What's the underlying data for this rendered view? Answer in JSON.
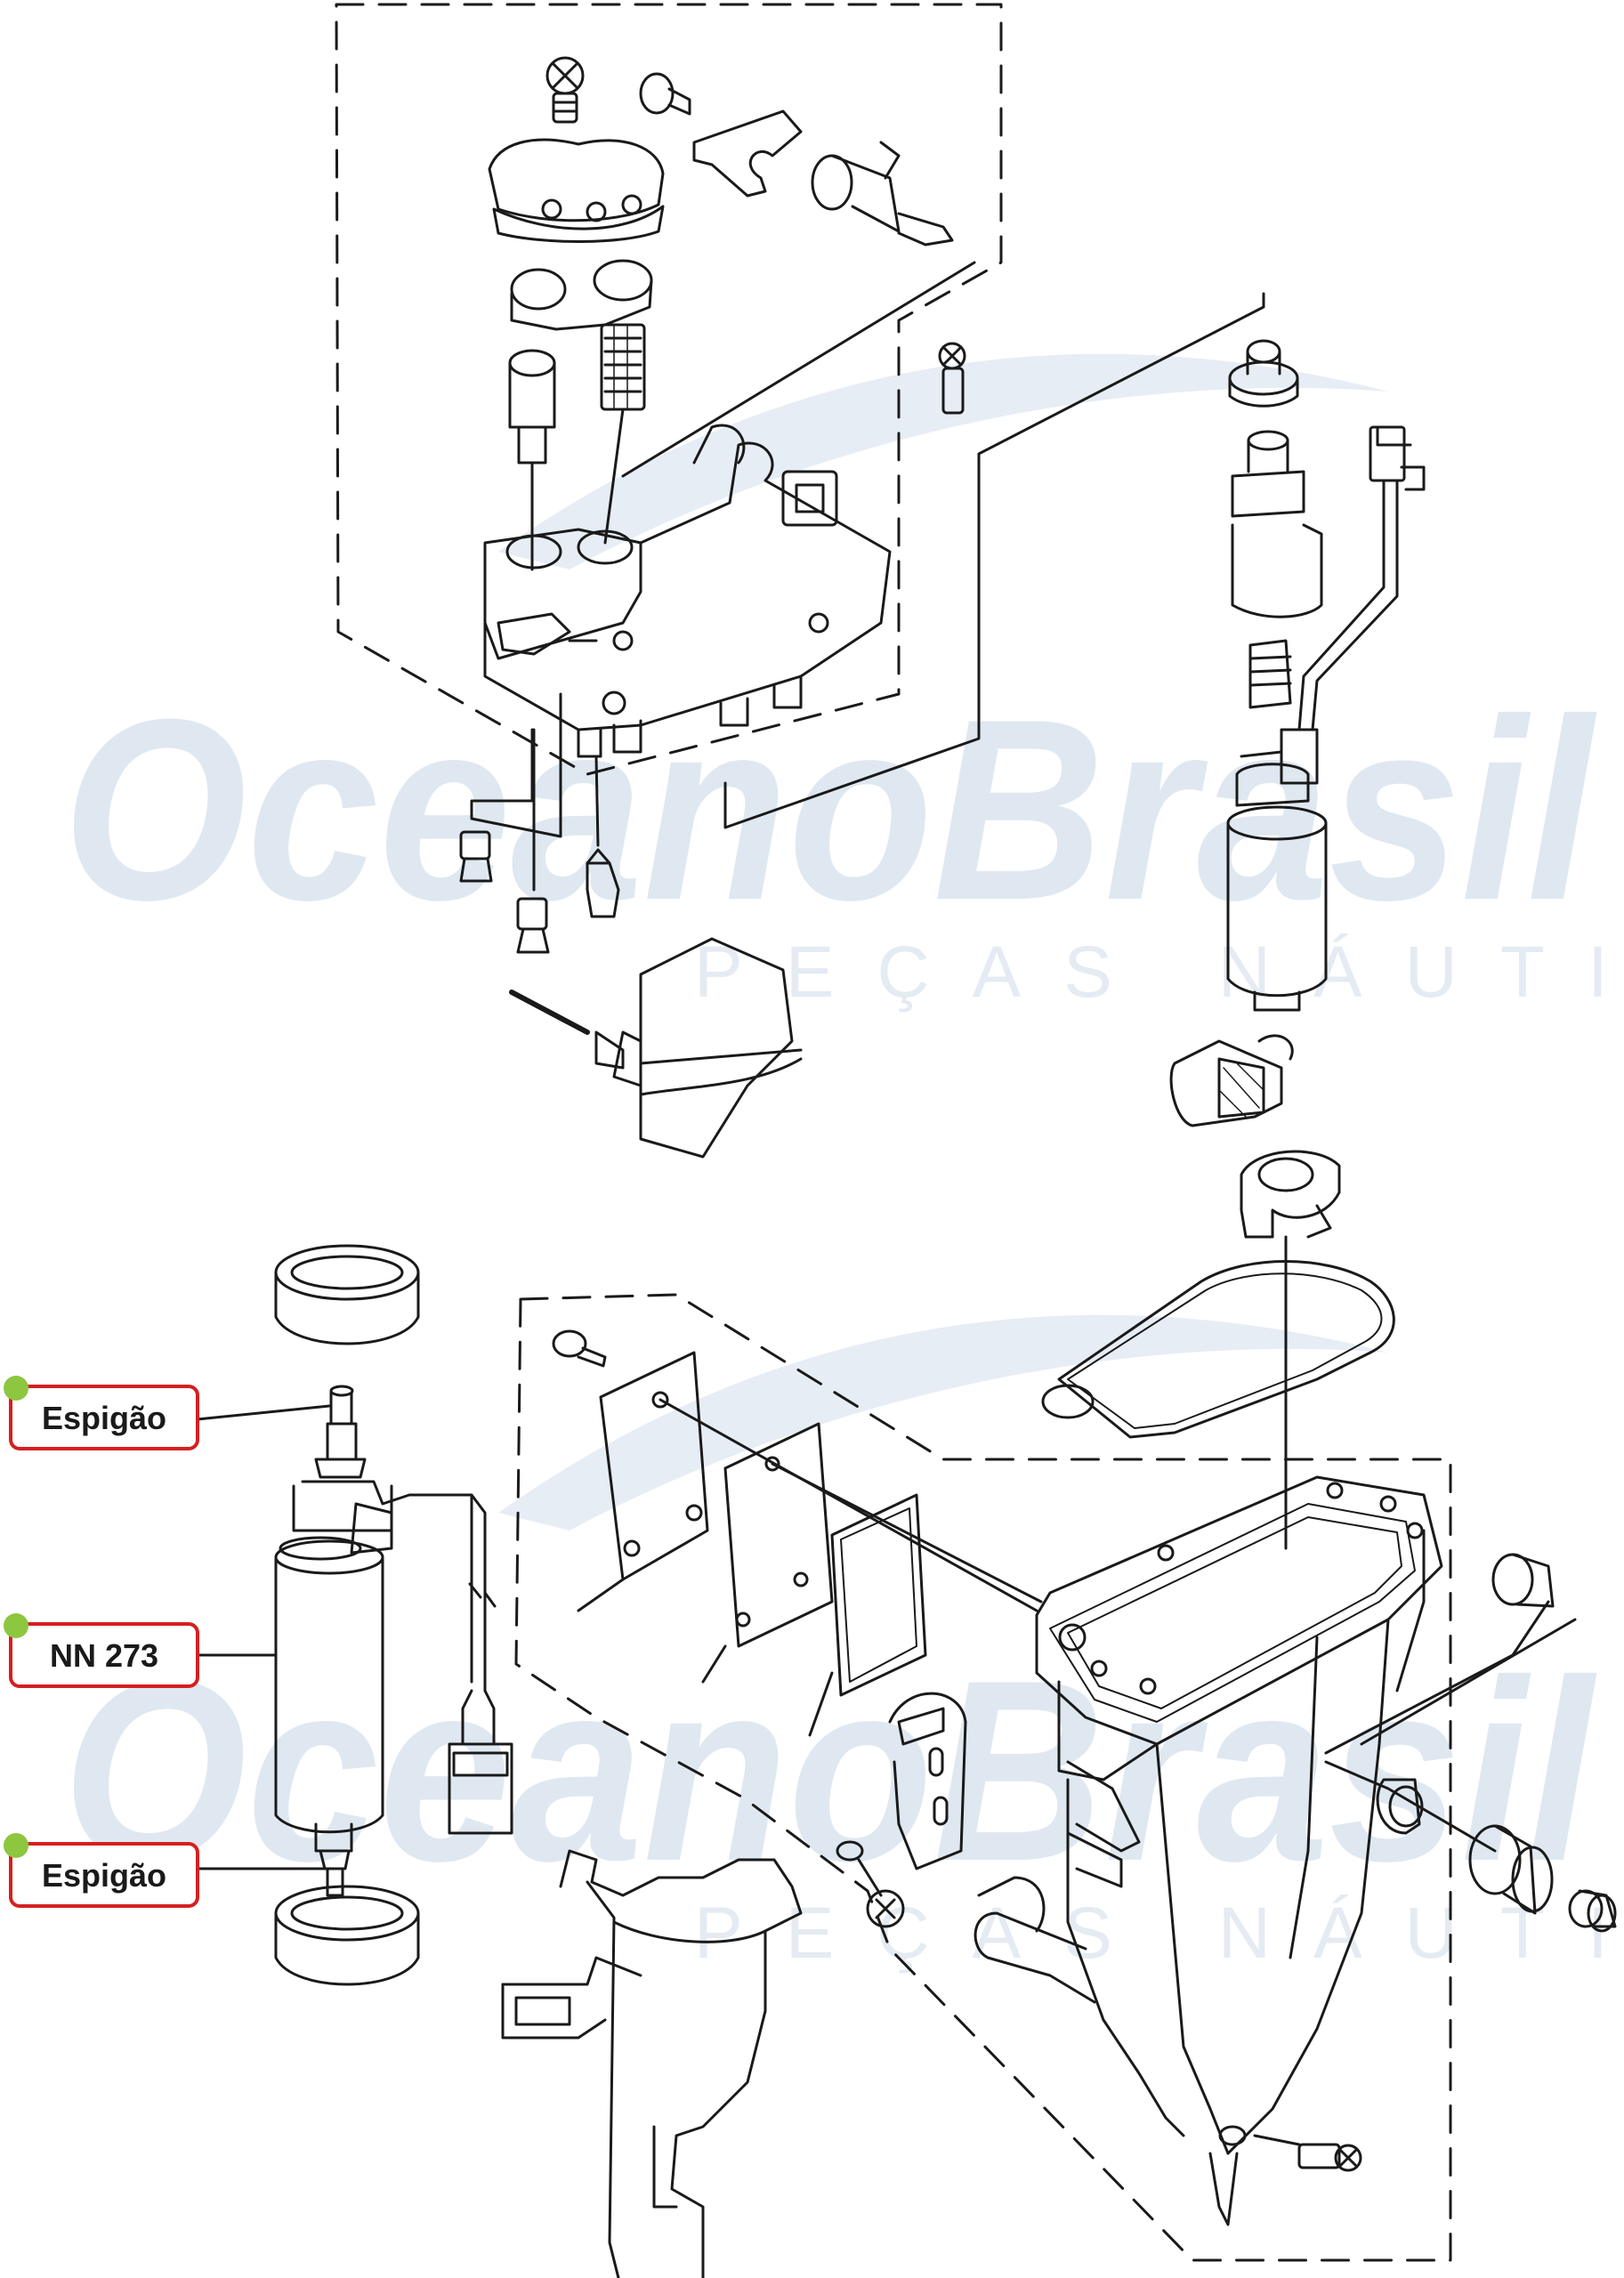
{
  "watermark": {
    "brand": "OceanoBrasil",
    "tagline": "PEÇAS NÁUTICAS",
    "color": "#dce6f0"
  },
  "callouts": [
    {
      "id": "espigao-top",
      "text": "Espigão"
    },
    {
      "id": "nn273",
      "text": "NN 273"
    },
    {
      "id": "espigao-bottom",
      "text": "Espigão"
    }
  ],
  "colors": {
    "line": "#1a1a1a",
    "label_border": "#d42020",
    "label_dot": "#8dc63f"
  }
}
